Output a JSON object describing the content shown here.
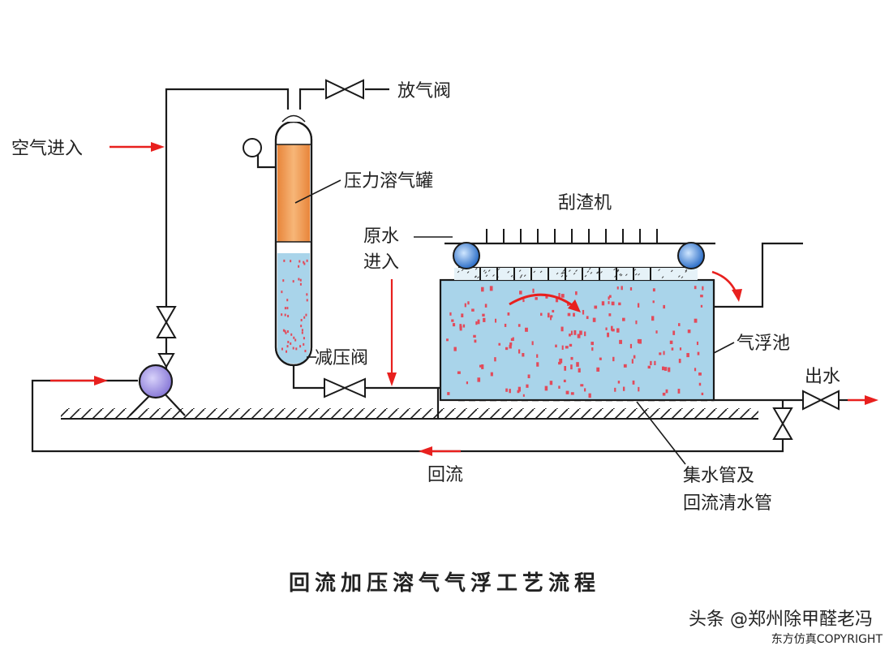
{
  "labels": {
    "vent_valve": "放气阀",
    "air_inlet": "空气进入",
    "pressure_tank": "压力溶气罐",
    "scraper": "刮渣机",
    "raw_water_line1": "原水",
    "raw_water_line2": "进入",
    "pressure_relief_valve": "减压阀",
    "flotation_tank": "气浮池",
    "water_outlet": "出水",
    "return_flow": "回流",
    "collector_line1": "集水管及",
    "collector_line2": "回流清水管"
  },
  "caption": "回流加压溶气气浮工艺流程",
  "watermark": {
    "line1": "头条 @郑州除甲醛老冯",
    "line2": "东方仿真COPYRIGHT"
  },
  "colors": {
    "line": "#1a1a1a",
    "arrow": "#e8201e",
    "water": "#a9d4ea",
    "tank_air": "#f2a35e",
    "pump": "#a69ae6",
    "roller": "#4a90e0"
  }
}
